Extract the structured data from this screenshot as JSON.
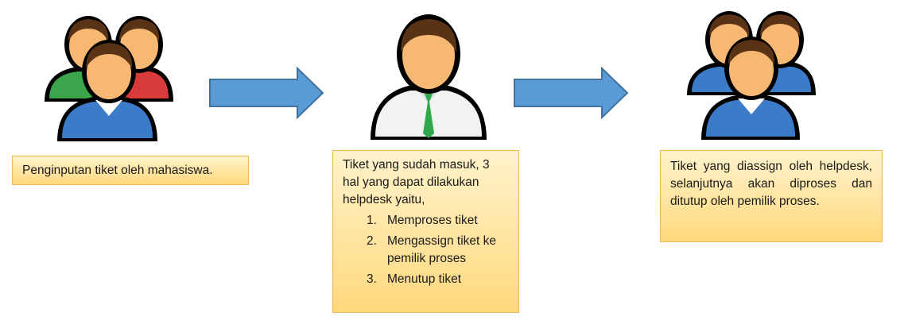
{
  "steps": [
    {
      "icon": "student-group-icon",
      "text": "Penginputan tiket oleh mahasiswa."
    },
    {
      "icon": "helpdesk-person-icon",
      "intro": "Tiket yang sudah masuk, 3 hal yang dapat dilakukan helpdesk yaitu,",
      "items": [
        {
          "num": "1.",
          "text": "Memproses tiket"
        },
        {
          "num": "2.",
          "text": "Mengassign tiket ke pemilik proses"
        },
        {
          "num": "3.",
          "text": "Menutup tiket"
        }
      ]
    },
    {
      "icon": "process-owner-group-icon",
      "text": "Tiket yang diassign oleh helpdesk, selanjutnya akan diproses dan ditutup oleh pemilik proses."
    }
  ],
  "colors": {
    "arrow": "#5b9bd5",
    "note_border": "#f4b651",
    "note_fill_top": "#fff3cc",
    "note_fill_bottom": "#ffd87d",
    "shirt_green": "#3aa54a",
    "shirt_red": "#d93a3a",
    "shirt_blue": "#3b7bc8",
    "shirt_white": "#f2f2f2",
    "tie_green": "#2ea84a",
    "skin": "#f7b873",
    "hair": "#5a3316"
  }
}
